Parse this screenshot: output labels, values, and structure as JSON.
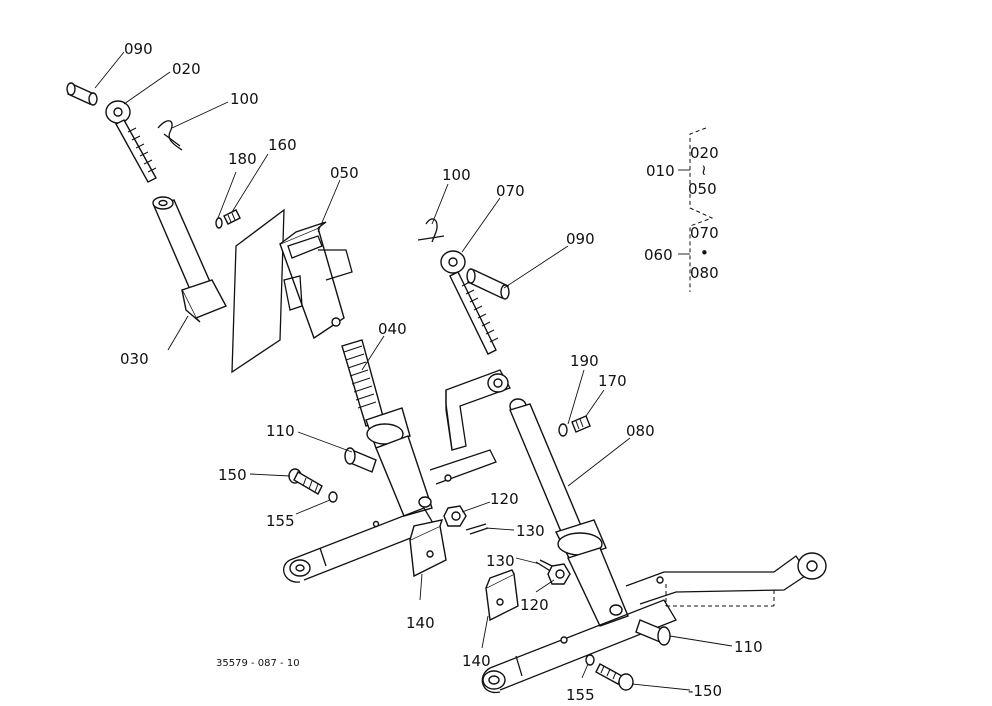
{
  "callouts": {
    "c090a": "090",
    "c020a": "020",
    "c100a": "100",
    "c180": "180",
    "c160": "160",
    "c050": "050",
    "c030": "030",
    "c100b": "100",
    "c070": "070",
    "c090b": "090",
    "c040": "040",
    "c110a": "110",
    "c150a": "150",
    "c155a": "155",
    "c120a": "120",
    "c130a": "130",
    "c140a": "140",
    "c190": "190",
    "c170": "170",
    "c080": "080",
    "c130b": "130",
    "c120b": "120",
    "c140b": "140",
    "c110b": "110",
    "c155b": "155",
    "c150b": "-150"
  },
  "legend": {
    "g010": "010",
    "r020": "020",
    "tilde": "≀",
    "r050": "050",
    "g060": "060",
    "r070": "070",
    "dot": "•",
    "r080": "080"
  },
  "drawing_code": "35579 - 087 - 10"
}
